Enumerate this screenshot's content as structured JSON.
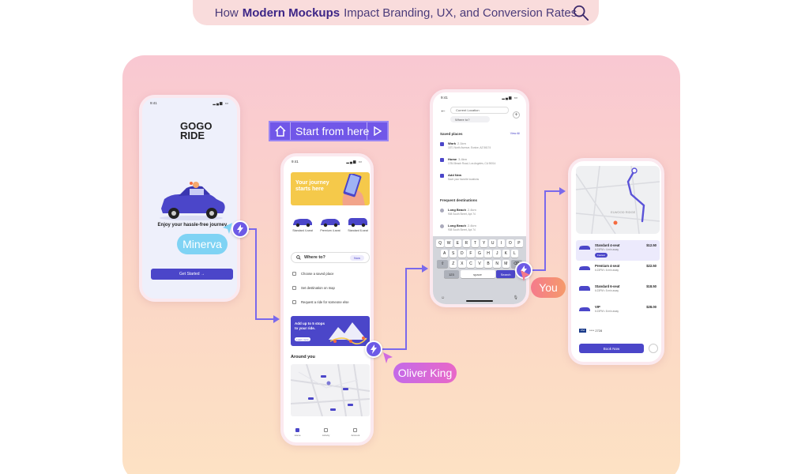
{
  "header": {
    "title_pre": "How",
    "title_bold": "Modern Mockups",
    "title_post": "Impact Branding, UX, and Conversion Rates"
  },
  "overlay": {
    "start_label": "Start from here",
    "cursors": [
      {
        "name": "Minerva",
        "color": "#7fd3f4"
      },
      {
        "name": "Oliver King",
        "color": "#d16be0"
      },
      {
        "name": "You",
        "color": "#f47a8a"
      }
    ],
    "accent": "#7157e8"
  },
  "phone1": {
    "time": "9:41",
    "logo_top": "GOGO",
    "logo_bottom": "RIDE",
    "tagline": "Enjoy your hassle-free journey.",
    "cta": "Get Started →"
  },
  "phone2": {
    "time": "9:41",
    "banner": "Your journey starts here",
    "rides": [
      "Standard 4-seat",
      "Premium 4-seat",
      "Standard 6-seat"
    ],
    "where": "Where to?",
    "now": "Now",
    "options": [
      "Choose a saved place",
      "Set destination on map",
      "Request a ride for someone else"
    ],
    "promo": "Add up to 5 stops to your ride.",
    "promo_btn": "Learn more",
    "around": "Around you",
    "nav": [
      "Home",
      "Activity",
      "Account"
    ]
  },
  "phone3": {
    "time": "9:41",
    "current": "Current Location",
    "where": "Where to?",
    "saved_title": "Saved places",
    "view_all": "View All",
    "saved": [
      {
        "name": "Work",
        "dist": "2.1km",
        "addr": "1871 North Avenue, Eunice, AZ 56174"
      },
      {
        "name": "Home",
        "dist": "3.4km",
        "addr": "1784 Beach Road, Los Angeles, CA 90014"
      },
      {
        "name": "Add New",
        "dist": "",
        "addr": "Save your favorite locations"
      }
    ],
    "freq_title": "Frequent destinations",
    "freq": [
      {
        "name": "Long Beach",
        "dist": "2.4km",
        "addr": "908 South Street, Apt 74"
      },
      {
        "name": "Long Beach",
        "dist": "2.4km",
        "addr": "908 South Street, Apt 74"
      }
    ],
    "keys_row1": [
      "Q",
      "W",
      "E",
      "R",
      "T",
      "Y",
      "U",
      "I",
      "O",
      "P"
    ],
    "keys_row2": [
      "A",
      "S",
      "D",
      "F",
      "G",
      "H",
      "J",
      "K",
      "L"
    ],
    "keys_row3": [
      "Z",
      "X",
      "C",
      "V",
      "B",
      "N",
      "M"
    ],
    "key_123": "123",
    "key_space": "space",
    "key_search": "Search"
  },
  "phone4": {
    "map_label": "ELWOOD RIDGE",
    "options": [
      {
        "name": "Standard 4-seat",
        "eta": "6:23PM • 4 min away",
        "price": "$12.50",
        "badge": "Fastest"
      },
      {
        "name": "Premium 4-seat",
        "eta": "6:23PM • 6 min away",
        "price": "$22.50",
        "badge": ""
      },
      {
        "name": "Standard 6-seat",
        "eta": "6:23PM • 5 min away",
        "price": "$18.50",
        "badge": ""
      },
      {
        "name": "VIP",
        "eta": "6:23PM • 8 min away",
        "price": "$28.00",
        "badge": ""
      }
    ],
    "card": "**** 2728",
    "card_brand": "VISA",
    "book": "Book Now"
  }
}
